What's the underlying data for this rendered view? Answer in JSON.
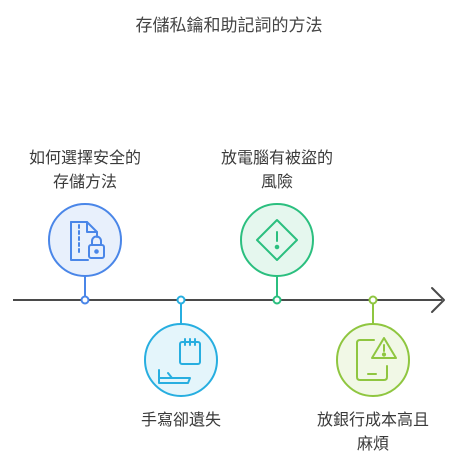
{
  "title": "存儲私鑰和助記詞的方法",
  "nodes": [
    {
      "id": "safe-storage",
      "lines": [
        "如何選擇安全的",
        "存儲方法"
      ],
      "color": "#4a86e8",
      "fill": "#e8f0fc",
      "icon": "file-lock-icon"
    },
    {
      "id": "handwritten",
      "lines": [
        "手寫卻遺失"
      ],
      "color": "#27aee0",
      "fill": "#e4f5fb",
      "icon": "notepad-hand-icon"
    },
    {
      "id": "computer-theft",
      "lines": [
        "放電腦有被盜的",
        "風險"
      ],
      "color": "#2bbf7f",
      "fill": "#e5f7ee",
      "icon": "diamond-alert-icon"
    },
    {
      "id": "bank",
      "lines": [
        "放銀行成本高且",
        "麻煩"
      ],
      "color": "#8fc640",
      "fill": "#f1f8e6",
      "icon": "tablet-warning-icon"
    }
  ],
  "axis_color": "#4a4a4a"
}
